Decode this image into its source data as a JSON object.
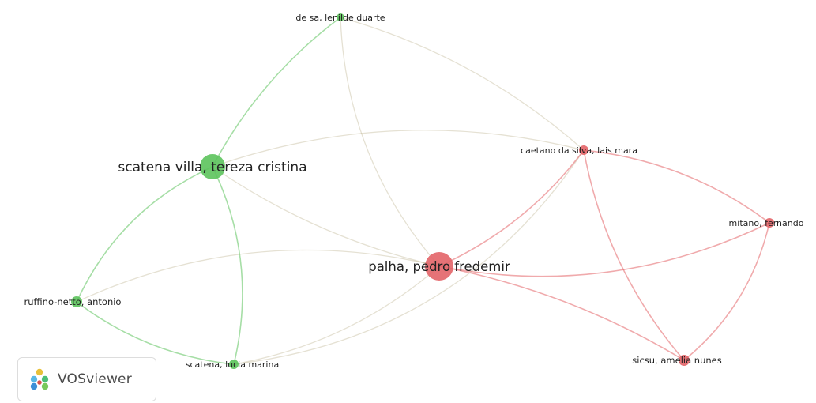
{
  "network": {
    "clusters": {
      "green": "#5cc35c",
      "red": "#e36468"
    },
    "nodes": [
      {
        "id": "de-sa",
        "label": "de sa, lenilde duarte",
        "cluster": "green",
        "weight": "small"
      },
      {
        "id": "scatena-villa",
        "label": "scatena villa, tereza cristina",
        "cluster": "green",
        "weight": "large"
      },
      {
        "id": "ruffino",
        "label": "ruffino-netto, antonio",
        "cluster": "green",
        "weight": "small"
      },
      {
        "id": "scatena-lucia",
        "label": "scatena, lucia marina",
        "cluster": "green",
        "weight": "small"
      },
      {
        "id": "caetano",
        "label": "caetano da silva, lais mara",
        "cluster": "red",
        "weight": "small"
      },
      {
        "id": "palha",
        "label": "palha, pedro fredemir",
        "cluster": "red",
        "weight": "large"
      },
      {
        "id": "mitano",
        "label": "mitano, fernando",
        "cluster": "red",
        "weight": "small"
      },
      {
        "id": "sicsu",
        "label": "sicsu, amelia nunes",
        "cluster": "red",
        "weight": "small"
      }
    ],
    "links": [
      {
        "source": "de-sa",
        "target": "scatena-villa"
      },
      {
        "source": "de-sa",
        "target": "palha"
      },
      {
        "source": "de-sa",
        "target": "caetano"
      },
      {
        "source": "scatena-villa",
        "target": "ruffino"
      },
      {
        "source": "scatena-villa",
        "target": "scatena-lucia"
      },
      {
        "source": "scatena-villa",
        "target": "palha"
      },
      {
        "source": "scatena-villa",
        "target": "caetano"
      },
      {
        "source": "ruffino",
        "target": "palha"
      },
      {
        "source": "ruffino",
        "target": "scatena-lucia"
      },
      {
        "source": "scatena-lucia",
        "target": "palha"
      },
      {
        "source": "scatena-lucia",
        "target": "caetano"
      },
      {
        "source": "palha",
        "target": "caetano"
      },
      {
        "source": "palha",
        "target": "mitano"
      },
      {
        "source": "palha",
        "target": "sicsu"
      },
      {
        "source": "caetano",
        "target": "mitano"
      },
      {
        "source": "caetano",
        "target": "sicsu"
      },
      {
        "source": "mitano",
        "target": "sicsu"
      }
    ]
  },
  "branding": {
    "logo_text": "VOSviewer",
    "logo_icon": "vosviewer-logo-icon"
  }
}
